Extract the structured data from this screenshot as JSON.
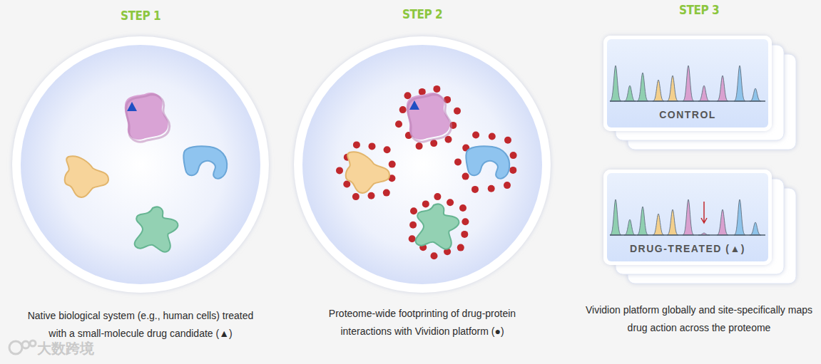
{
  "diagram": {
    "nodes": [
      {
        "text": [
          "CONTROL"
        ]
      },
      {
        "text": [
          "DRUG-TREATED (▲)"
        ]
      }
    ],
    "labels": [
      "STEP 1",
      "STEP 2",
      "STEP 3",
      "Native biological system (e.g., human cells) treated with a small-molecule drug candidate (▲)",
      "Proteome-wide footprinting of drug-protein interactions with Vividion platform (●)",
      "Vividion platform globally and site-specifically maps drug action across the proteome",
      "大数跨境"
    ]
  }
}
